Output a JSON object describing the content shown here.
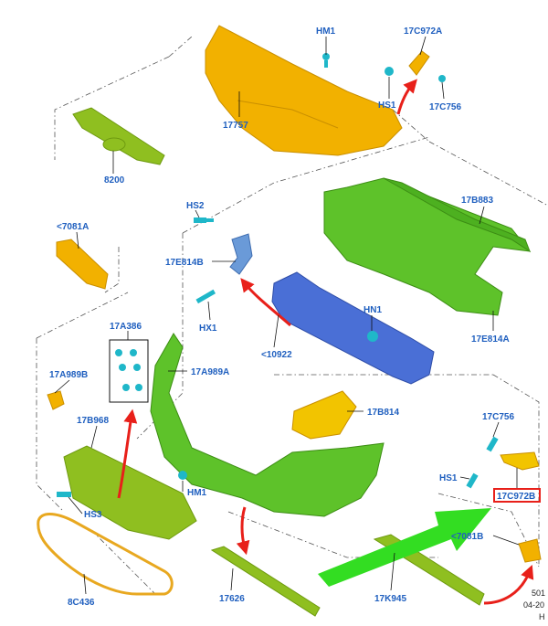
{
  "callouts": {
    "hm1_top": "HM1",
    "c17c972a": "17C972A",
    "hs1_top": "HS1",
    "c17c756_top": "17C756",
    "c17757": "17757",
    "c8200": "8200",
    "c17b883": "17B883",
    "hs2": "HS2",
    "c7081a": "<7081A",
    "c17e814b": "17E814B",
    "hx1": "HX1",
    "c10922": "<10922",
    "hn1": "HN1",
    "c17e814a": "17E814A",
    "c17a386": "17A386",
    "c17a989b": "17A989B",
    "c17a989a": "17A989A",
    "c17b968": "17B968",
    "c17b814": "17B814",
    "c17c756_bottom": "17C756",
    "hs1_bottom": "HS1",
    "c17c972b": "17C972B",
    "hm1_bottom": "HM1",
    "hs3": "HS3",
    "c7081b": "<7081B",
    "c8c436": "8C436",
    "c17626": "17626",
    "c17k945": "17K945"
  },
  "reference": {
    "line1": "501",
    "line2": "04-20",
    "line3": "H"
  },
  "colors": {
    "label_blue": "#1f5fbf",
    "part_yellow": "#f2b100",
    "part_green": "#5ec22a",
    "part_blue": "#4a6fd6",
    "part_olive": "#8fbf20",
    "arrow_red": "#e8201a",
    "arrow_green": "#33dd22",
    "highlight_red": "#e8201a"
  },
  "highlighted_callout": "17C972B"
}
